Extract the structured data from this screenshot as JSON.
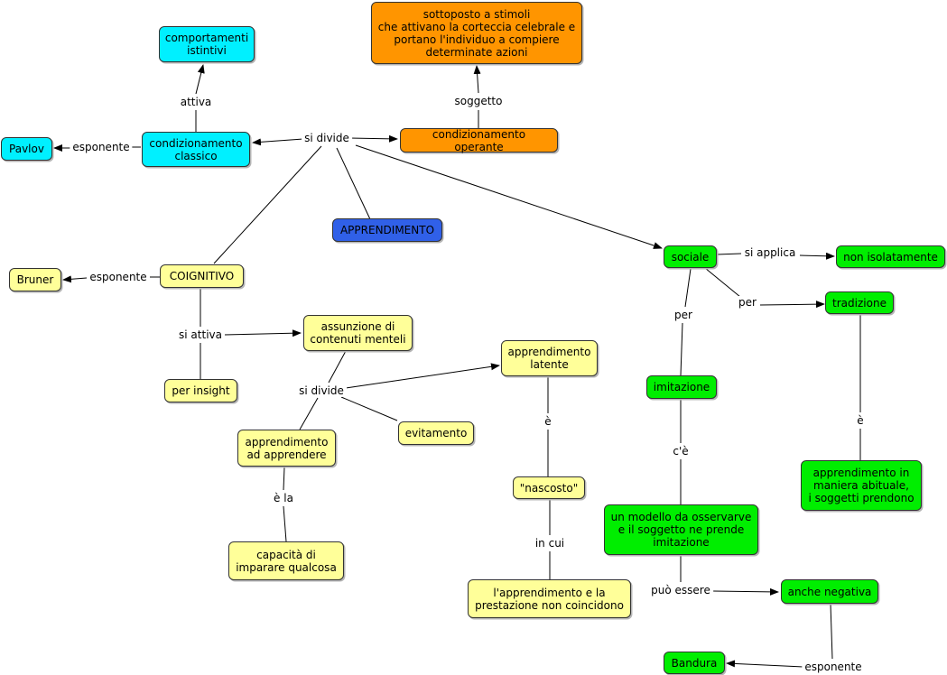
{
  "colors": {
    "cyan": "#00f0ff",
    "orange": "#ff9500",
    "yellow": "#ffff99",
    "green": "#00ee00",
    "blue": "#3060e8",
    "line": "#000000"
  },
  "nodes": {
    "apprendimento": "APPRENDIMENTO",
    "comportamenti": "comportamenti\nistintivi",
    "stimoli": "sottoposto a stimoli\nche attivano la corteccia celebrale e\nportano l'individuo a compiere\ndeterminate azioni",
    "classico": "condizionamento\nclassico",
    "pavlov": "Pavlov",
    "operante": "condizionamento operante",
    "cognitivo": "COIGNITIVO",
    "bruner": "Bruner",
    "assunzione": "assunzione di\ncontenuti menteli",
    "insight": "per insight",
    "latente": "apprendimento\nlatente",
    "evitamento": "evitamento",
    "adApprendere": "apprendimento\nad apprendere",
    "capacita": "capacità di\nimparare qualcosa",
    "nascosto": "\"nascosto\"",
    "coincidono": "l'apprendimento e la\nprestazione non coincidono",
    "sociale": "sociale",
    "isolatamente": "non isolatamente",
    "tradizione": "tradizione",
    "imitazione": "imitazione",
    "abituale": "apprendimento in\nmaniera abituale,\ni soggetti prendono",
    "modello": "un modello da osservarve\ne il soggetto ne prende\nimitazione",
    "negativa": "anche negativa",
    "bandura": "Bandura"
  },
  "labels": {
    "attiva": "attiva",
    "soggetto": "soggetto",
    "esponente_pavlov": "esponente",
    "si_divide_main": "si divide",
    "esponente_bruner": "esponente",
    "si_attiva": "si attiva",
    "si_divide_sub": "si divide",
    "e_la": "è la",
    "e": "è",
    "in_cui": "in cui",
    "si_applica": "si applica",
    "per_tradizione": "per",
    "per_imitazione": "per",
    "ce": "c'è",
    "e_abituale": "è",
    "puo_essere": "può essere",
    "esponente_bandura": "esponente"
  }
}
